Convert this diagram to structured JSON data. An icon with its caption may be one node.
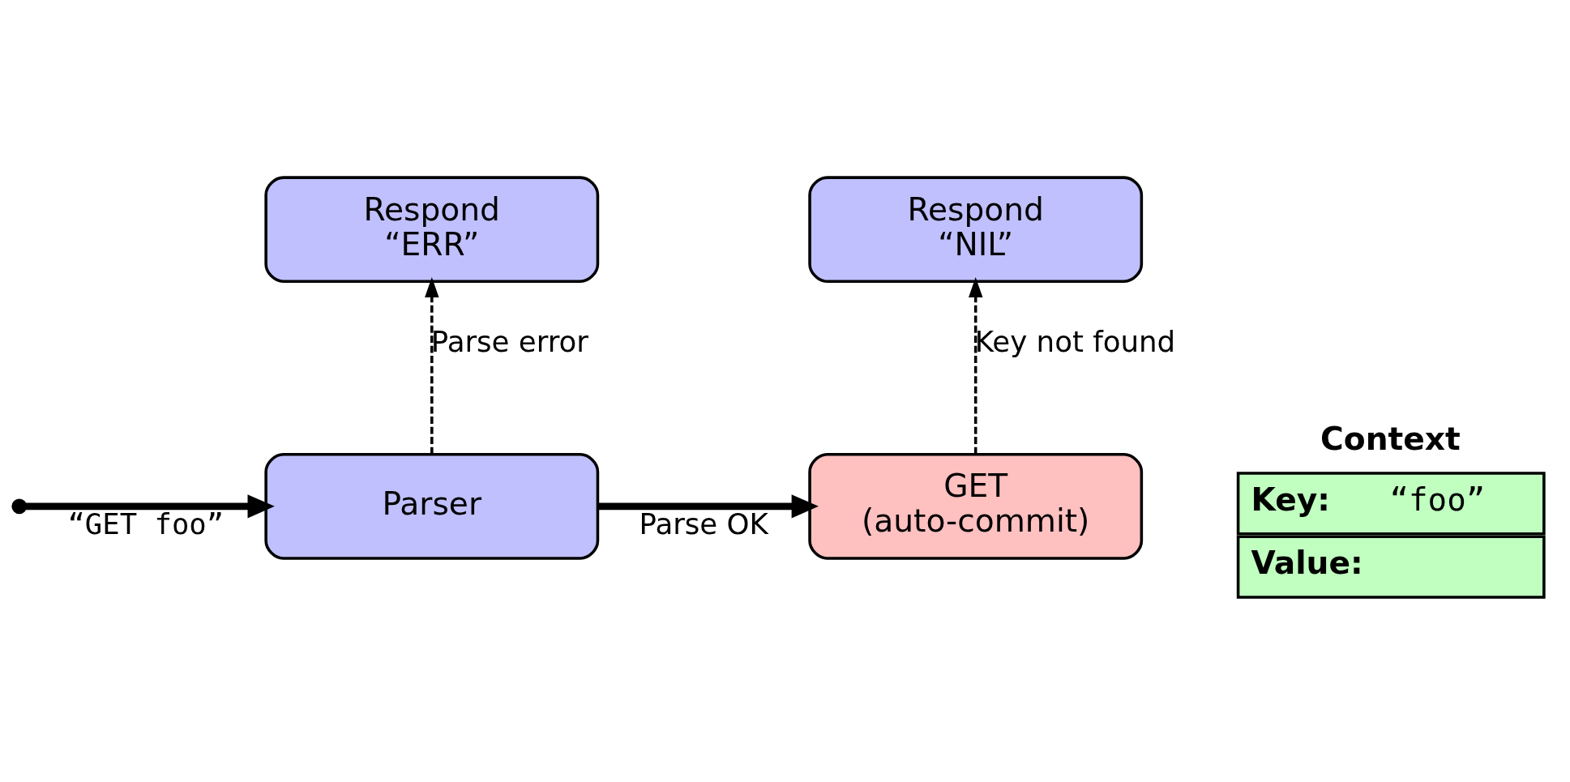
{
  "diagram": {
    "nodes": [
      {
        "text": [
          "Respond",
          "“ERR”"
        ]
      },
      {
        "text": [
          "Respond",
          "“NIL”"
        ]
      },
      {
        "text": [
          "Parser"
        ]
      },
      {
        "text": [
          "GET",
          "(auto-commit)"
        ]
      },
      {
        "text": [
          "Context",
          "Key:",
          "“foo”",
          "Value:"
        ]
      }
    ],
    "edges": [
      {
        "from": null,
        "to": 2,
        "arrow": "to",
        "label": "“GET foo”",
        "style": "thick"
      },
      {
        "from": 2,
        "to": 3,
        "arrow": "to",
        "label": "Parse OK",
        "style": "thick"
      },
      {
        "from": 2,
        "to": 0,
        "arrow": "to",
        "label": "Parse error",
        "style": "dashed"
      },
      {
        "from": 3,
        "to": 1,
        "arrow": "to",
        "label": "Key not found",
        "style": "dashed"
      }
    ]
  }
}
